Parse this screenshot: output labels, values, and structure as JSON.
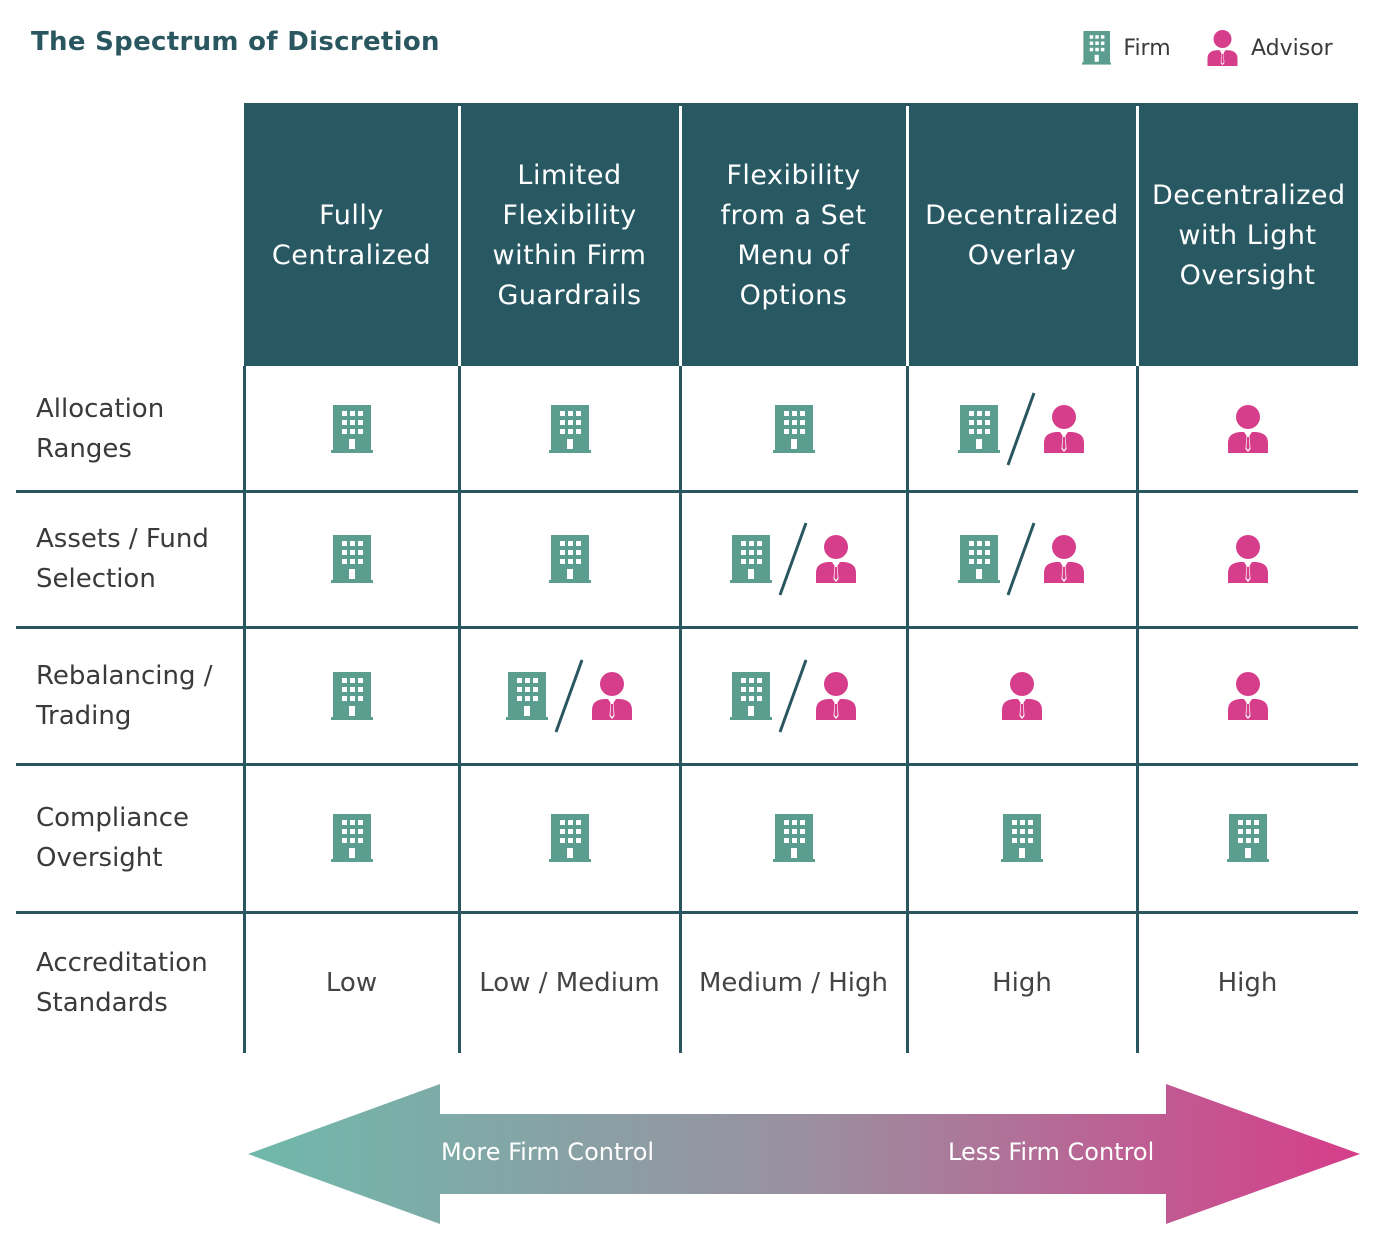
{
  "title": "The Spectrum of Discretion",
  "legend": [
    {
      "icon": "building-icon",
      "label": "Firm"
    },
    {
      "icon": "person-icon",
      "label": "Advisor"
    }
  ],
  "colors": {
    "firm": "#5b9e8f",
    "advisor": "#d63d8a",
    "header_bg": "#285963",
    "grid": "#2a5660",
    "arrow_left": "#6fb9ab",
    "arrow_right": "#d63d8a"
  },
  "columns": [
    "Fully Centralized",
    "Limited Flexibility within Firm Guardrails",
    "Flexibility from a Set Menu of Options",
    "Decentralized Overlay",
    "Decentralized with Light Oversight"
  ],
  "rows": [
    {
      "label": "Allocation Ranges",
      "cells": [
        "firm",
        "firm",
        "firm",
        "firm/advisor",
        "advisor"
      ]
    },
    {
      "label": "Assets / Fund Selection",
      "cells": [
        "firm",
        "firm",
        "firm/advisor",
        "firm/advisor",
        "advisor"
      ]
    },
    {
      "label": "Rebalancing / Trading",
      "cells": [
        "firm",
        "firm/advisor",
        "firm/advisor",
        "advisor",
        "advisor"
      ]
    },
    {
      "label": "Compliance Oversight",
      "cells": [
        "firm",
        "firm",
        "firm",
        "firm",
        "firm"
      ]
    },
    {
      "label": "Accreditation Standards",
      "cells": [
        "Low",
        "Low / Medium",
        "Medium / High",
        "High",
        "High"
      ]
    }
  ],
  "arrow": {
    "left_label": "More Firm Control",
    "right_label": "Less Firm Control"
  }
}
